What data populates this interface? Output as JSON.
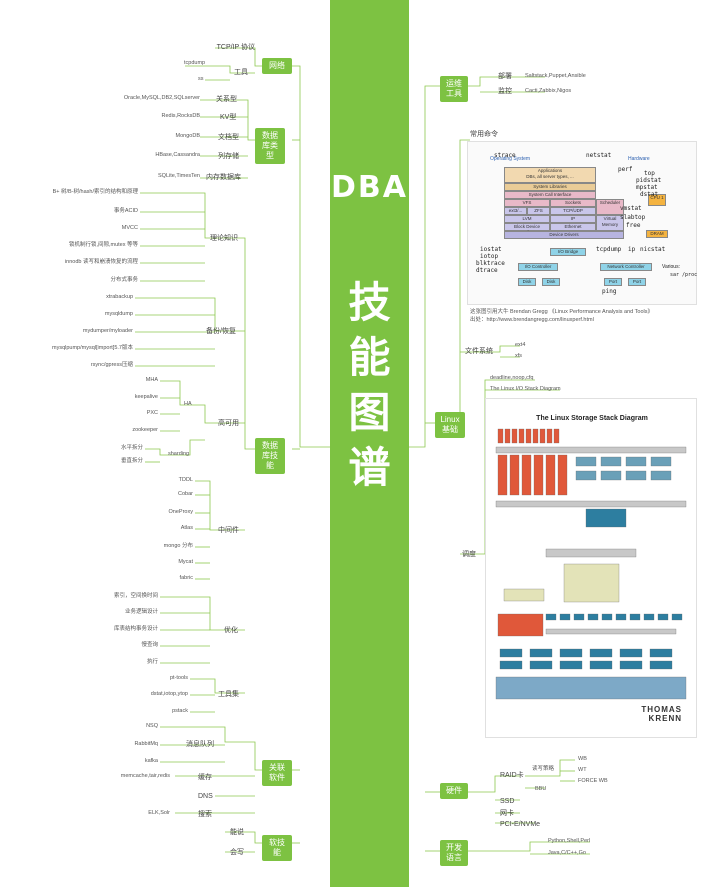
{
  "title": {
    "line1": "DBA",
    "c1": "技",
    "c2": "能",
    "c3": "图",
    "c4": "谱"
  },
  "colors": {
    "accent": "#7dc242",
    "line": "#7dc242"
  },
  "left": {
    "net": {
      "label": "网络",
      "tool": "工具",
      "proto": "TCP/IP 协议",
      "tcpdump": "tcpdump",
      "ss": "ss"
    },
    "dbtype": {
      "label": "数据库类型",
      "rel": "关系型",
      "rel_list": "Oracle,MySQL,DB2,SQLserver",
      "kv": "KV型",
      "kv_list": "Redis,RocksDB",
      "doc": "文档型",
      "doc_list": "MongoDB",
      "col": "列存储",
      "col_list": "HBase,Cassandra",
      "mem": "内存数据库",
      "mem_list": "SQLite,TimesTen"
    },
    "db": {
      "label": "数据库技能",
      "theory": "理论知识",
      "theory_items": [
        "B+ 树/B-树/hash/索引的结构和原理",
        "事务ACID",
        "MVCC",
        "锁机制行锁,间隙,mutex 等等",
        "innodb 读写和崩溃恢复的流程",
        "分布式事务"
      ],
      "backup": "备份/恢复",
      "backup_items": [
        "xtrabackup",
        "mysqldump",
        "mydumper/myloader",
        "mysqlpump/mysql[import]5.7版本",
        "rsync/gpress压缩"
      ],
      "ha": "高可用",
      "ha_sub": "HA",
      "ha_items": [
        "MHA",
        "keepalive",
        "PXC",
        "zookeeper"
      ],
      "sharding": "sharding",
      "sharding_items": [
        "水平拆分",
        "垂直拆分"
      ],
      "mid": "中间件",
      "mid_items": [
        "TDDL",
        "Cobar",
        "OneProxy",
        "Atlas",
        "mongo 分布",
        "Mycat",
        "fabric"
      ],
      "opt": "优化",
      "opt_items": [
        "索引，空间换时间",
        "业务逻辑设计",
        "库表结构事务设计",
        "慢查询",
        "执行"
      ],
      "tools": "工具集",
      "tools_items": [
        "pt-tools",
        "dstat,iotop,ytop",
        "pstack"
      ]
    },
    "soft": {
      "label": "关联软件",
      "mq": "消息队列",
      "mq_items": [
        "NSQ",
        "RabbitMq",
        "kafka"
      ],
      "cache": "缓存",
      "cache_list": "memcache,tair,redis",
      "dns": "DNS",
      "search": "搜索",
      "search_list": "ELK,Solr"
    },
    "soft2": {
      "label": "软技能",
      "a": "能说",
      "b": "会写"
    }
  },
  "right": {
    "ops": {
      "label": "运维工具",
      "deploy": "部署",
      "deploy_list": "Saltstack,Puppet,Ansible",
      "monitor": "监控",
      "monitor_list": "Cacti,Zabbix,Nigos"
    },
    "linux": {
      "label": "Linux基础",
      "cmd": "常用命令",
      "perf_caption": "这张图引用大牛 Brendan Gregg 《Linux Performance Analysis and Tools》",
      "perf_url": "出处：http://www.brendangregg.com/linuxperf.html",
      "fs": "文件系统",
      "fs_items": [
        "ext4",
        "xfs"
      ],
      "tune": "调度",
      "tune_items": [
        "deadline,noop,cfq",
        "The Linux I/O Stack Diagram"
      ]
    },
    "perf": {
      "os": "Operating System",
      "hw": "Hardware",
      "app": "Applications",
      "dbs": "DBs, all server types, ...",
      "syslib": "System Libraries",
      "sci": "System Call Interface",
      "vfs": "VFS",
      "sockets": "Sockets",
      "sched": "Scheduler",
      "ext": "ext3/...",
      "zfs": "ZFS",
      "tcp": "TCP/UDP",
      "lvm": "LVM",
      "ip": "IP",
      "vm": "Virtual Memory",
      "bdi": "Block Device Interface",
      "eth": "Ethernet",
      "dd": "Device Drivers",
      "iobr": "I/O Bridge",
      "ioc": "I/O Controller",
      "nc": "Network Controller",
      "disk": "Disk",
      "port": "Port",
      "cpu": "CPU 1",
      "dram": "DRAM",
      "tools": [
        "strace",
        "netstat",
        "perf",
        "top",
        "pidstat",
        "mpstat",
        "dstat",
        "vmstat",
        "slabtop",
        "free",
        "iostat",
        "iotop",
        "blktrace",
        "dtrace",
        "tcpdump",
        "ip",
        "nicstat",
        "ping",
        "sar /proc",
        "Various:"
      ]
    },
    "storage": {
      "title": "The Linux Storage Stack Diagram",
      "brand1": "THOMAS",
      "brand2": "KRENN"
    },
    "hw": {
      "label": "硬件",
      "raid": "RAID卡",
      "raid_sub": "读写策略",
      "bbu": "BBU",
      "wb": "WB",
      "wt": "WT",
      "force": "FORCE WB",
      "ssd": "SSD",
      "nic": "网卡",
      "pcie": "PCI-E/NVMe"
    },
    "dev": {
      "label": "开发语言",
      "a": "Python,Shell,Perl",
      "b": "Java,C/C++,Go"
    }
  }
}
